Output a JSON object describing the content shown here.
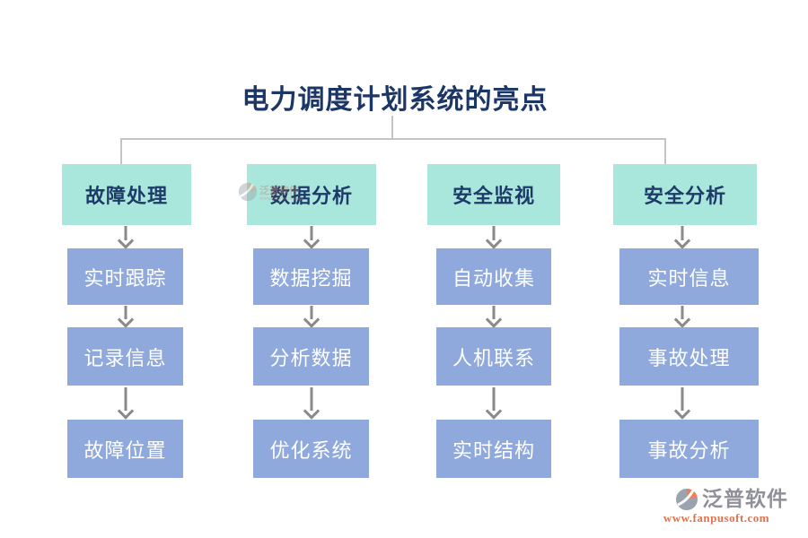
{
  "title": "电力调度计划系统的亮点",
  "columns": [
    {
      "header": "故障处理",
      "items": [
        "实时跟踪",
        "记录信息",
        "故障位置"
      ]
    },
    {
      "header": "数据分析",
      "items": [
        "数据挖掘",
        "分析数据",
        "优化系统"
      ]
    },
    {
      "header": "安全监视",
      "items": [
        "自动收集",
        "人机联系",
        "实时结构"
      ]
    },
    {
      "header": "安全分析",
      "items": [
        "实时信息",
        "事故处理",
        "事故分析"
      ]
    }
  ],
  "brand": {
    "name": "泛普软件",
    "url": "www.fanpusoft.com",
    "logo_icon": "fanpu-circle-logo-icon"
  },
  "watermark": {
    "name": "泛普软件",
    "url": "www.fanpusoft.com"
  },
  "colors": {
    "header_bg": "#a9e7dc",
    "item_bg": "#8fa9dc",
    "title_text": "#1c3766",
    "header_text": "#1e3a68",
    "item_text": "#ffffff",
    "arrow": "#8a8a8a",
    "connector": "#c4c4c4",
    "brand_text": "#90909a",
    "brand_url": "#e0734d",
    "logo_orange": "#e8835e",
    "logo_gray": "#9aa3ae"
  }
}
